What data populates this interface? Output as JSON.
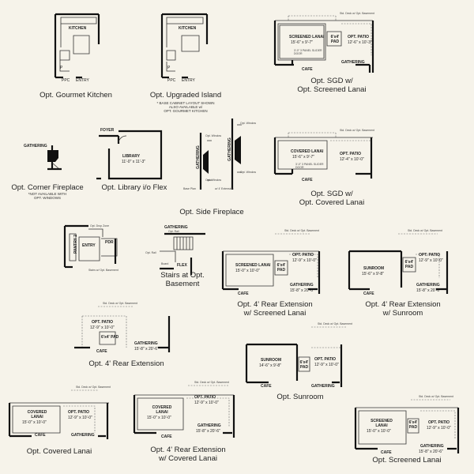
{
  "captions": {
    "gourmet_kitchen": "Opt. Gourmet Kitchen",
    "upgraded_island": "Opt. Upgraded Island",
    "sgd_screened_lanai_1": "Opt. SGD w/",
    "sgd_screened_lanai_2": "Opt. Screened Lanai",
    "corner_fireplace": "Opt. Corner Fireplace",
    "library_flex": "Opt. Library i/o Flex",
    "sgd_covered_lanai_1": "Opt. SGD w/",
    "sgd_covered_lanai_2": "Opt. Covered Lanai",
    "side_fireplace": "Opt. Side Fireplace",
    "stairs_1": "Stairs at Opt.",
    "stairs_2": "Basement",
    "rear_ext_screened_1": "Opt. 4' Rear Extension",
    "rear_ext_screened_2": "w/ Screened Lanai",
    "rear_ext_sunroom_1": "Opt. 4' Rear Extension",
    "rear_ext_sunroom_2": "w/ Sunroom",
    "rear_ext": "Opt. 4' Rear Extension",
    "sunroom": "Opt. Sunroom",
    "covered_lanai": "Opt. Covered Lanai",
    "rear_ext_covered_1": "Opt. 4' Rear Extension",
    "rear_ext_covered_2": "w/ Covered Lanai",
    "screened_lanai": "Opt. Screened Lanai"
  },
  "notes": {
    "upgraded_island_1": "* BASE CABINET LAYOUT SHOWN",
    "upgraded_island_2": "ALSO AVAILABLE w/",
    "upgraded_island_3": "OPT. GOURMET KITCHEN",
    "corner_fireplace_1": "*NOT AVAILABLE WITH",
    "corner_fireplace_2": "OPT. WINDOWS"
  },
  "labels": {
    "kitchen": "KITCHEN",
    "ppc": "PPC",
    "entry": "ENTRY",
    "p": "P",
    "screened_lanai": "SCREENED LANAI",
    "screened_lanai_dim_a": "15'-6\" x 9'-7\"",
    "screened_lanai_dim_b": "15'-0\" x 10'-0\"",
    "covered_lanai": "COVERED LANAI",
    "covered_lanai_dim_a": "15'-6\" x 9'-7\"",
    "covered_lanai_dim_b": "15'-0\" x 10'-0\"",
    "opt_patio": "OPT. PATIO",
    "patio_dim_a": "12'-6\" x 10'-3\"",
    "patio_dim_b": "12'-4\" x 10'-0\"",
    "patio_dim_c": "12'-9\" x 10'-0\"",
    "pad": "6'x4' PAD",
    "panel_door": "3'-0\" 3 PANEL SLIDER DOOR",
    "gathering": "GATHERING",
    "gathering_dim": "15'-8\" x 20'-6\"",
    "cafe": "CAFE",
    "std_deck": "Std. Deck w/ Opt. Basement",
    "foyer": "FOYER",
    "library": "LIBRARY",
    "library_dim": "11'-0\" x 11'-3\"",
    "opt_window": "Opt. Window",
    "base_plan": "Base Plan",
    "w_extension": "w/ 4' Extension",
    "pantry": "PANTRY 2",
    "pdr": "PDR",
    "opt_drop_zone": "Opt. Drop Zone",
    "stairs_note": "Stairs w/ Opt. Basement",
    "opt_rail": "Opt. Rail",
    "flex": "FLEX",
    "board": "Board",
    "sunroom": "SUNROOM",
    "sunroom_dim": "15'-6\" x 9'-8\"",
    "sunroom_dim_b": "14'-6\" x 9'-8\""
  }
}
